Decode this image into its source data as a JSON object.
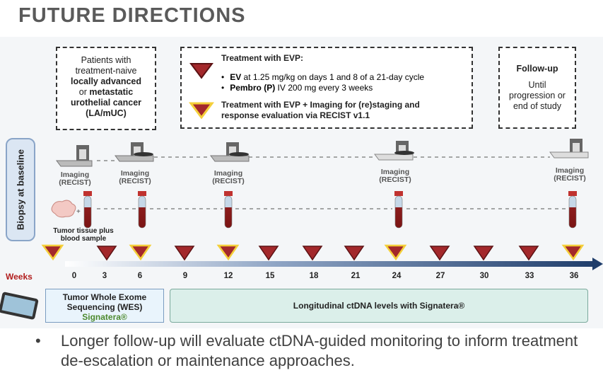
{
  "title": "FUTURE DIRECTIONS",
  "box_patients": {
    "line1": "Patients with",
    "line2": "treatment-naive",
    "line3": "locally advanced",
    "line4a": "or",
    "line4b": "metastatic",
    "line5": "urothelial cancer",
    "line6": "(LA/mUC)"
  },
  "box_treatment": {
    "heading": "Treatment with EVP:",
    "bullet1_bold": "EV",
    "bullet1_rest": " at 1.25 mg/kg on days 1 and 8 of a 21-day cycle",
    "bullet2_bold": "Pembro (P)",
    "bullet2_rest": " IV 200 mg every 3 weeks",
    "imaging_line1": "Treatment with EVP + Imaging for (re)staging and",
    "imaging_line2": "response evaluation via RECIST v1.1"
  },
  "box_followup": {
    "heading": "Follow-up",
    "line1": "Until",
    "line2": "progression or",
    "line3": "end of study"
  },
  "biopsy_label": "Biopsy at baseline",
  "imaging_label_line1": "Imaging",
  "imaging_label_line2": "(RECIST)",
  "tumor_label_line1": "Tumor tissue plus",
  "tumor_label_line2": "blood sample",
  "weeks_label": "Weeks",
  "weeks": [
    "0",
    "3",
    "6",
    "9",
    "12",
    "15",
    "18",
    "21",
    "24",
    "27",
    "30",
    "33",
    "36"
  ],
  "wes": {
    "line1": "Tumor Whole Exome",
    "line2": "Sequencing (WES)",
    "line3": "Signatera®"
  },
  "ctdna_label": "Longitudinal ctDNA levels with Signatera®",
  "note_bullet": "•",
  "note": "Longer follow-up will evaluate ctDNA-guided monitoring to inform treatment de-escalation or maintenance approaches.",
  "colors": {
    "treatment_red": "#a3282b",
    "imaging_yellow": "#f4cf3a",
    "weeks_red": "#b11d1d",
    "arrow": "#1f3d6b",
    "signatera_green": "#4d8a2e"
  }
}
